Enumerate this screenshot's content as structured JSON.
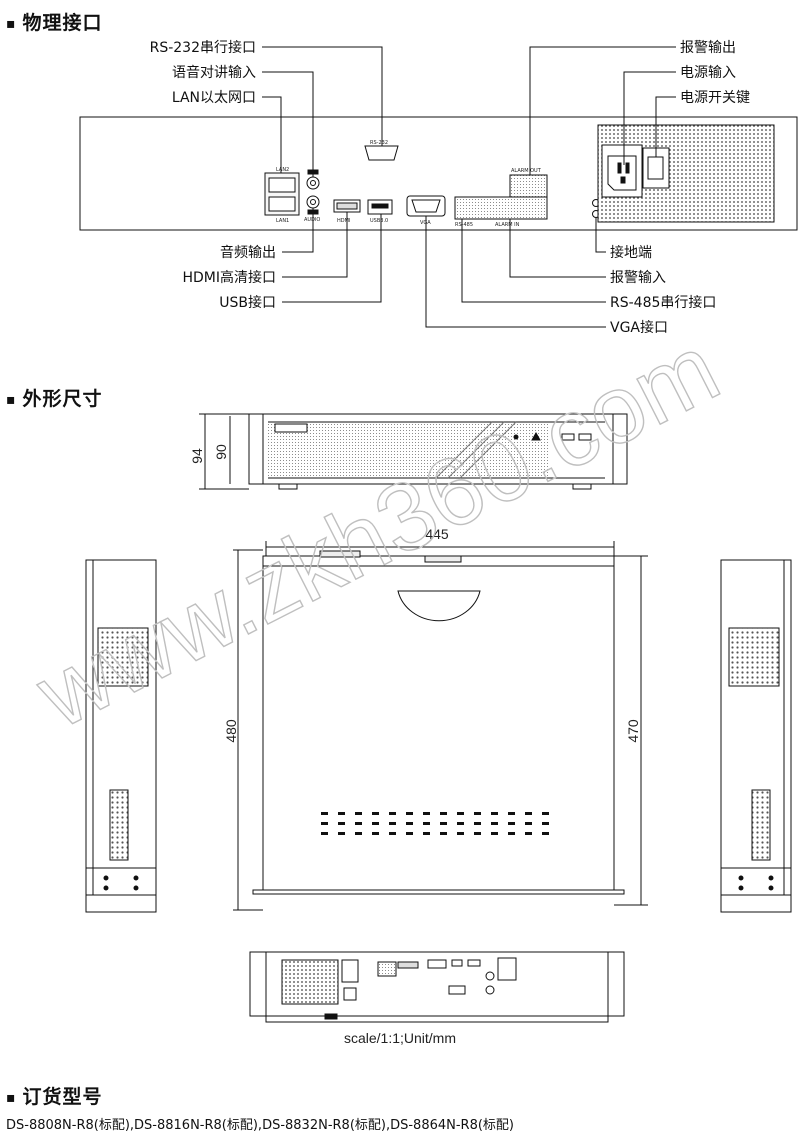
{
  "sections": {
    "interfaces": "物理接口",
    "dimensions": "外形尺寸",
    "ordering": "订货型号"
  },
  "callouts_left": {
    "rs232": "RS-232串行接口",
    "audio_in": "语音对讲输入",
    "lan": "LAN以太网口",
    "audio_out": "音频输出",
    "hdmi": "HDMI高清接口",
    "usb": "USB接口"
  },
  "callouts_right": {
    "alarm_out": "报警输出",
    "power_in": "电源输入",
    "power_switch": "电源开关键",
    "ground": "接地端",
    "alarm_in": "报警输入",
    "rs485": "RS-485串行接口",
    "vga": "VGA接口"
  },
  "panel_labels": {
    "rs232": "RS-232",
    "lan2": "LAN2",
    "lan1": "LAN1",
    "audio": "AUDIO",
    "hdmi": "HDMI",
    "usb": "USB3.0",
    "vga": "VGA",
    "alarm_out": "ALARM OUT",
    "rs485": "RS-485",
    "alarm_in": "ALARM IN"
  },
  "dims": {
    "height_outer": "94",
    "height_inner": "90",
    "width": "445",
    "depth_outer": "480",
    "depth_inner": "470"
  },
  "watermark": "www.zkh360.com",
  "scale_note": "scale/1:1;Unit/mm",
  "models": "DS-8808N-R8(标配),DS-8816N-R8(标配),DS-8832N-R8(标配),DS-8864N-R8(标配)"
}
